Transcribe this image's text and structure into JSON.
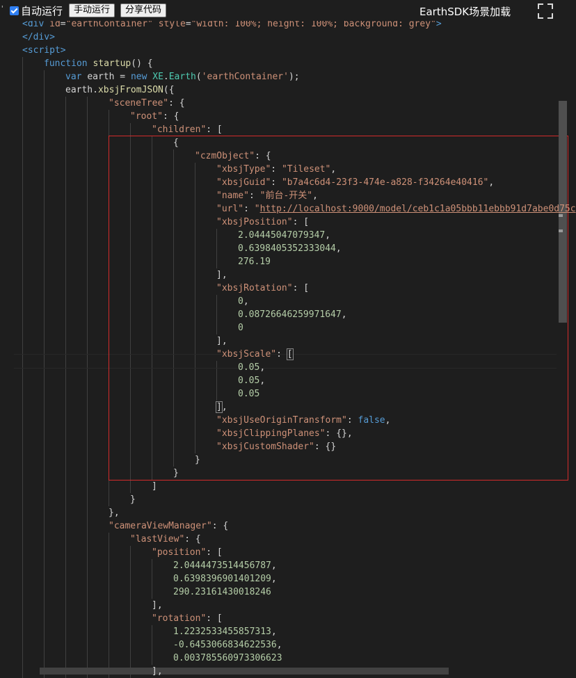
{
  "toolbar": {
    "auto_run_label": "自动运行",
    "auto_run_checked": true,
    "manual_run_button": "手动运行",
    "share_code_button": "分享代码",
    "title": "EarthSDK场景加载",
    "fullscreen_icon": "fullscreen-icon"
  },
  "editor": {
    "lines": [
      {
        "indent": 0,
        "tokens": [
          [
            "tag",
            "<div "
          ],
          [
            "key",
            "id"
          ],
          [
            "pun",
            "="
          ],
          [
            "str",
            "\"earthContainer\""
          ],
          [
            "pun",
            " "
          ],
          [
            "key",
            "style"
          ],
          [
            "pun",
            "="
          ],
          [
            "str",
            "\"width: 100%; height: 100%; background: grey\""
          ],
          [
            "tag",
            ">"
          ]
        ]
      },
      {
        "indent": 0,
        "tokens": [
          [
            "tag",
            "</div>"
          ]
        ]
      },
      {
        "indent": 0,
        "tokens": [
          [
            "tag",
            "<script>"
          ]
        ]
      },
      {
        "indent": 1,
        "tokens": [
          [
            "kw",
            "function "
          ],
          [
            "fn",
            "startup"
          ],
          [
            "pun",
            "() {"
          ]
        ]
      },
      {
        "indent": 2,
        "tokens": [
          [
            "kw",
            "var "
          ],
          [
            "pun",
            "earth = "
          ],
          [
            "kw",
            "new "
          ],
          [
            "cls",
            "XE"
          ],
          [
            "pun",
            "."
          ],
          [
            "cls",
            "Earth"
          ],
          [
            "pun",
            "("
          ],
          [
            "str",
            "'earthContainer'"
          ],
          [
            "pun",
            ");"
          ]
        ]
      },
      {
        "indent": 2,
        "tokens": [
          [
            "pun",
            "earth."
          ],
          [
            "fn",
            "xbsjFromJSON"
          ],
          [
            "pun",
            "({"
          ]
        ]
      },
      {
        "indent": 4,
        "tokens": [
          [
            "key",
            "\"sceneTree\""
          ],
          [
            "pun",
            ": {"
          ]
        ]
      },
      {
        "indent": 5,
        "tokens": [
          [
            "key",
            "\"root\""
          ],
          [
            "pun",
            ": {"
          ]
        ]
      },
      {
        "indent": 6,
        "tokens": [
          [
            "key",
            "\"children\""
          ],
          [
            "pun",
            ": ["
          ]
        ]
      },
      {
        "indent": 7,
        "tokens": [
          [
            "pun",
            "{"
          ]
        ]
      },
      {
        "indent": 8,
        "tokens": [
          [
            "key",
            "\"czmObject\""
          ],
          [
            "pun",
            ": {"
          ]
        ]
      },
      {
        "indent": 9,
        "tokens": [
          [
            "key",
            "\"xbsjType\""
          ],
          [
            "pun",
            ": "
          ],
          [
            "str",
            "\"Tileset\""
          ],
          [
            "pun",
            ","
          ]
        ]
      },
      {
        "indent": 9,
        "tokens": [
          [
            "key",
            "\"xbsjGuid\""
          ],
          [
            "pun",
            ": "
          ],
          [
            "str",
            "\"b7a4c6d4-23f3-474e-a828-f34264e40416\""
          ],
          [
            "pun",
            ","
          ]
        ]
      },
      {
        "indent": 9,
        "tokens": [
          [
            "key",
            "\"name\""
          ],
          [
            "pun",
            ": "
          ],
          [
            "str",
            "\"前台-开关\""
          ],
          [
            "pun",
            ","
          ]
        ]
      },
      {
        "indent": 9,
        "tokens": [
          [
            "key",
            "\"url\""
          ],
          [
            "pun",
            ": "
          ],
          [
            "str",
            "\""
          ],
          [
            "url",
            "http://localhost:9000/model/ceb1c1a05bbb11ebbb91d7abe0d75c"
          ]
        ]
      },
      {
        "indent": 9,
        "tokens": [
          [
            "key",
            "\"xbsjPosition\""
          ],
          [
            "pun",
            ": ["
          ]
        ]
      },
      {
        "indent": 10,
        "tokens": [
          [
            "num",
            "2.04445047079347"
          ],
          [
            "pun",
            ","
          ]
        ]
      },
      {
        "indent": 10,
        "tokens": [
          [
            "num",
            "0.6398405352333044"
          ],
          [
            "pun",
            ","
          ]
        ]
      },
      {
        "indent": 10,
        "tokens": [
          [
            "num",
            "276.19"
          ]
        ]
      },
      {
        "indent": 9,
        "tokens": [
          [
            "pun",
            "],"
          ]
        ]
      },
      {
        "indent": 9,
        "tokens": [
          [
            "key",
            "\"xbsjRotation\""
          ],
          [
            "pun",
            ": ["
          ]
        ]
      },
      {
        "indent": 10,
        "tokens": [
          [
            "num",
            "0"
          ],
          [
            "pun",
            ","
          ]
        ]
      },
      {
        "indent": 10,
        "tokens": [
          [
            "num",
            "0.08726646259971647"
          ],
          [
            "pun",
            ","
          ]
        ]
      },
      {
        "indent": 10,
        "tokens": [
          [
            "num",
            "0"
          ]
        ]
      },
      {
        "indent": 9,
        "tokens": [
          [
            "pun",
            "],"
          ]
        ]
      },
      {
        "indent": 9,
        "tokens": [
          [
            "key",
            "\"xbsjScale\""
          ],
          [
            "pun",
            ": "
          ],
          [
            "bracket",
            "["
          ]
        ]
      },
      {
        "indent": 10,
        "tokens": [
          [
            "num",
            "0.05"
          ],
          [
            "pun",
            ","
          ]
        ]
      },
      {
        "indent": 10,
        "tokens": [
          [
            "num",
            "0.05"
          ],
          [
            "pun",
            ","
          ]
        ]
      },
      {
        "indent": 10,
        "tokens": [
          [
            "num",
            "0.05"
          ]
        ]
      },
      {
        "indent": 9,
        "tokens": [
          [
            "bracket",
            "]"
          ],
          [
            "pun",
            ","
          ]
        ]
      },
      {
        "indent": 9,
        "tokens": [
          [
            "key",
            "\"xbsjUseOriginTransform\""
          ],
          [
            "pun",
            ": "
          ],
          [
            "kw",
            "false"
          ],
          [
            "pun",
            ","
          ]
        ]
      },
      {
        "indent": 9,
        "tokens": [
          [
            "key",
            "\"xbsjClippingPlanes\""
          ],
          [
            "pun",
            ": {},"
          ]
        ]
      },
      {
        "indent": 9,
        "tokens": [
          [
            "key",
            "\"xbsjCustomShader\""
          ],
          [
            "pun",
            ": {}"
          ]
        ]
      },
      {
        "indent": 8,
        "tokens": [
          [
            "pun",
            "}"
          ]
        ]
      },
      {
        "indent": 7,
        "tokens": [
          [
            "pun",
            "}"
          ]
        ]
      },
      {
        "indent": 6,
        "tokens": [
          [
            "pun",
            "]"
          ]
        ]
      },
      {
        "indent": 5,
        "tokens": [
          [
            "pun",
            "}"
          ]
        ]
      },
      {
        "indent": 4,
        "tokens": [
          [
            "pun",
            "},"
          ]
        ]
      },
      {
        "indent": 4,
        "tokens": [
          [
            "key",
            "\"cameraViewManager\""
          ],
          [
            "pun",
            ": {"
          ]
        ]
      },
      {
        "indent": 5,
        "tokens": [
          [
            "key",
            "\"lastView\""
          ],
          [
            "pun",
            ": {"
          ]
        ]
      },
      {
        "indent": 6,
        "tokens": [
          [
            "key",
            "\"position\""
          ],
          [
            "pun",
            ": ["
          ]
        ]
      },
      {
        "indent": 7,
        "tokens": [
          [
            "num",
            "2.0444473514456787"
          ],
          [
            "pun",
            ","
          ]
        ]
      },
      {
        "indent": 7,
        "tokens": [
          [
            "num",
            "0.6398396901401209"
          ],
          [
            "pun",
            ","
          ]
        ]
      },
      {
        "indent": 7,
        "tokens": [
          [
            "num",
            "290.23161430018246"
          ]
        ]
      },
      {
        "indent": 6,
        "tokens": [
          [
            "pun",
            "],"
          ]
        ]
      },
      {
        "indent": 6,
        "tokens": [
          [
            "key",
            "\"rotation\""
          ],
          [
            "pun",
            ": ["
          ]
        ]
      },
      {
        "indent": 7,
        "tokens": [
          [
            "num",
            "1.2232533455857313"
          ],
          [
            "pun",
            ","
          ]
        ]
      },
      {
        "indent": 7,
        "tokens": [
          [
            "num",
            "-0.6453066834622536"
          ],
          [
            "pun",
            ","
          ]
        ]
      },
      {
        "indent": 7,
        "tokens": [
          [
            "num",
            "0.003785560973306623"
          ]
        ]
      },
      {
        "indent": 6,
        "tokens": [
          [
            "pun",
            "],"
          ]
        ]
      }
    ]
  },
  "highlight_box_color": "#d42b2b"
}
